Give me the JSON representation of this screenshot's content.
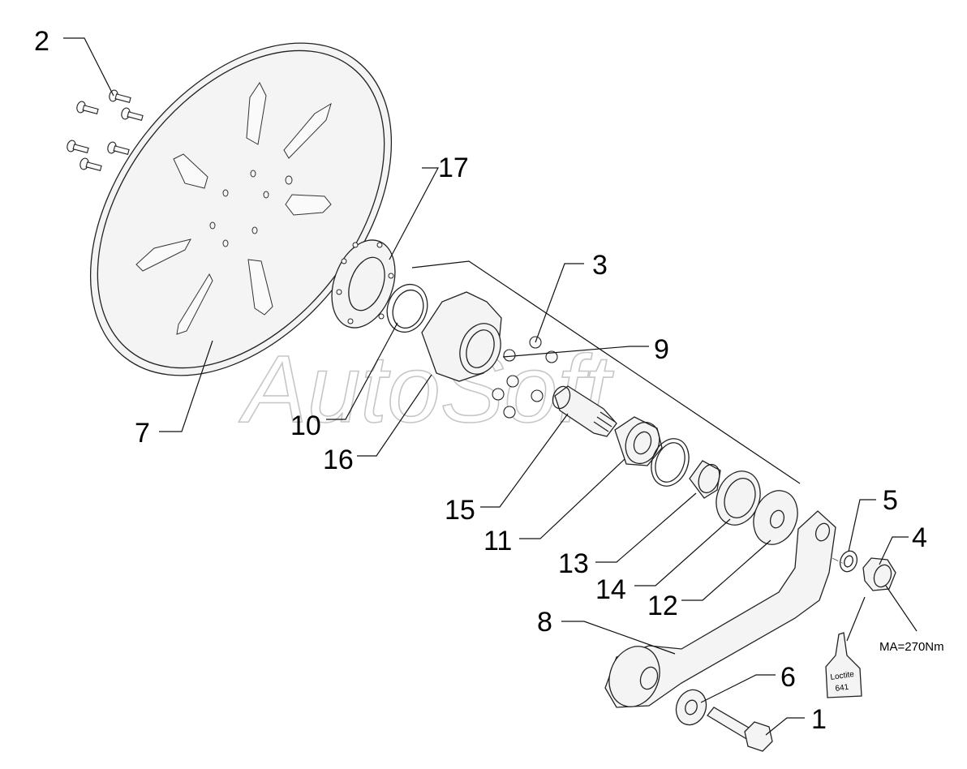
{
  "watermark": "AutoSoft",
  "callouts": [
    {
      "id": "c2",
      "label": "2"
    },
    {
      "id": "c17",
      "label": "17"
    },
    {
      "id": "c3",
      "label": "3"
    },
    {
      "id": "c9",
      "label": "9"
    },
    {
      "id": "c7",
      "label": "7"
    },
    {
      "id": "c10",
      "label": "10"
    },
    {
      "id": "c16",
      "label": "16"
    },
    {
      "id": "c15",
      "label": "15"
    },
    {
      "id": "c11",
      "label": "11"
    },
    {
      "id": "c13",
      "label": "13"
    },
    {
      "id": "c14",
      "label": "14"
    },
    {
      "id": "c12",
      "label": "12"
    },
    {
      "id": "c5",
      "label": "5"
    },
    {
      "id": "c4",
      "label": "4"
    },
    {
      "id": "c8",
      "label": "8"
    },
    {
      "id": "c6",
      "label": "6"
    },
    {
      "id": "c1",
      "label": "1"
    }
  ],
  "torque_label": "MA=270Nm",
  "loctite": {
    "brand": "Loctite",
    "number": "641"
  }
}
